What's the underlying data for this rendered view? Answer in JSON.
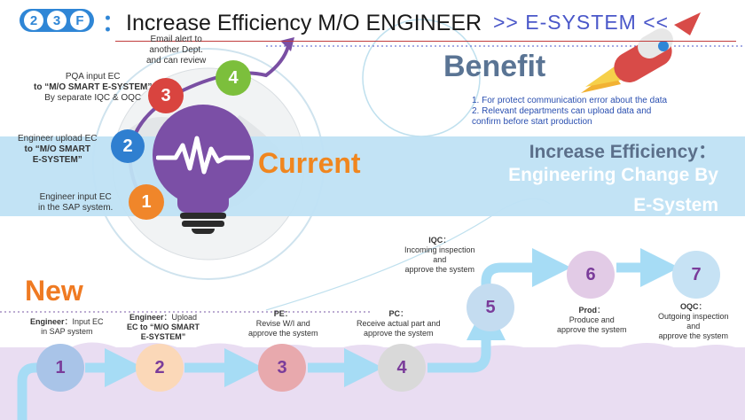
{
  "header": {
    "badges": [
      "2",
      "3",
      "F"
    ],
    "colon": "：",
    "title": "Increase Efficiency M/O ENGINEER",
    "esystem": ">> E-SYSTEM <<"
  },
  "benefit": {
    "title": "Benefit",
    "items": [
      "1.    For protect communication error about the data",
      "2.    Relevant departments can upload data and",
      "        confirm before start production"
    ]
  },
  "headline": {
    "line1": "Increase Efficiency：",
    "line2": "Engineering Change By",
    "line3": "E-System"
  },
  "current": {
    "label": "Current",
    "steps": [
      {
        "num": "1",
        "lines": [
          "Engineer input EC",
          "in the SAP system."
        ],
        "color": "#f0862a"
      },
      {
        "num": "2",
        "lines": [
          "Engineer upload EC",
          "to “M/O SMART",
          "E-SYSTEM”"
        ],
        "color": "#2f7fd0"
      },
      {
        "num": "3",
        "lines": [
          "PQA input EC",
          "to “M/O SMART E-SYSTEM”",
          "By separate IQC & OQC"
        ],
        "color": "#d9443f"
      },
      {
        "num": "4",
        "lines": [
          "Email alert to",
          "another Dept.",
          "and can review"
        ],
        "color": "#7cbf3c"
      }
    ]
  },
  "new_flow": {
    "label": "New",
    "steps": [
      {
        "num": "1",
        "role": "Engineer",
        "lines": [
          "：Input EC",
          "in SAP system"
        ],
        "color": "#a9c4e8"
      },
      {
        "num": "2",
        "role": "Engineer",
        "lines": [
          "：Upload",
          "EC to “M/O SMART",
          "E-SYSTEM”"
        ],
        "color": "#fbd8b8"
      },
      {
        "num": "3",
        "role": "PE",
        "lines": [
          "：",
          "Revise W/I and",
          "approve the system"
        ],
        "color": "#e8a9ad"
      },
      {
        "num": "4",
        "role": "PC",
        "lines": [
          "：",
          "Receive actual part and",
          "approve the system"
        ],
        "color": "#d9d9d9"
      },
      {
        "num": "5",
        "role": "IQC",
        "lines": [
          "：",
          "Incoming inspection",
          "and",
          "approve the system"
        ],
        "color": "#c4dcf0"
      },
      {
        "num": "6",
        "role": "Prod",
        "lines": [
          "：",
          "Produce and",
          "approve the system"
        ],
        "color": "#e2cbe6"
      },
      {
        "num": "7",
        "role": "OQC",
        "lines": [
          "：",
          "Outgoing inspection",
          "and",
          "approve the system"
        ],
        "color": "#c6e2f4"
      }
    ]
  }
}
